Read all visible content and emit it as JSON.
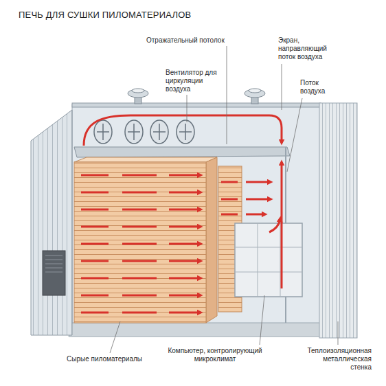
{
  "diagram": {
    "title": "ПЕЧЬ ДЛЯ СУШКИ ПИЛОМАТЕРИАЛОВ",
    "labels": [
      "Отражательный потолок",
      "Вентилятор для циркуляции воздуха",
      "Экран, направляющий поток воздуха",
      "Поток воздуха",
      "Сырые пиломатериалы",
      "Компьютер, контролирующий микроклимат",
      "Теплоизоляционная металлическая стенка"
    ]
  }
}
